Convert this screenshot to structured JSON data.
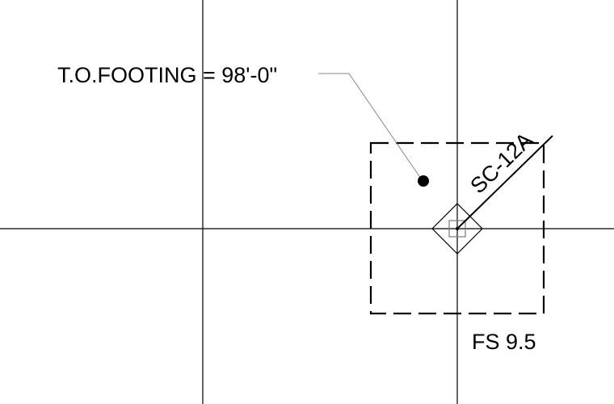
{
  "drawing": {
    "elevation_note": "T.O.FOOTING = 98'-0\"",
    "column_tag": "SC-12A",
    "footing_schedule": "FS 9.5"
  },
  "colors": {
    "background": "#ffffff",
    "line": "#000000",
    "leader": "#888888",
    "column_inner": "#777777"
  }
}
